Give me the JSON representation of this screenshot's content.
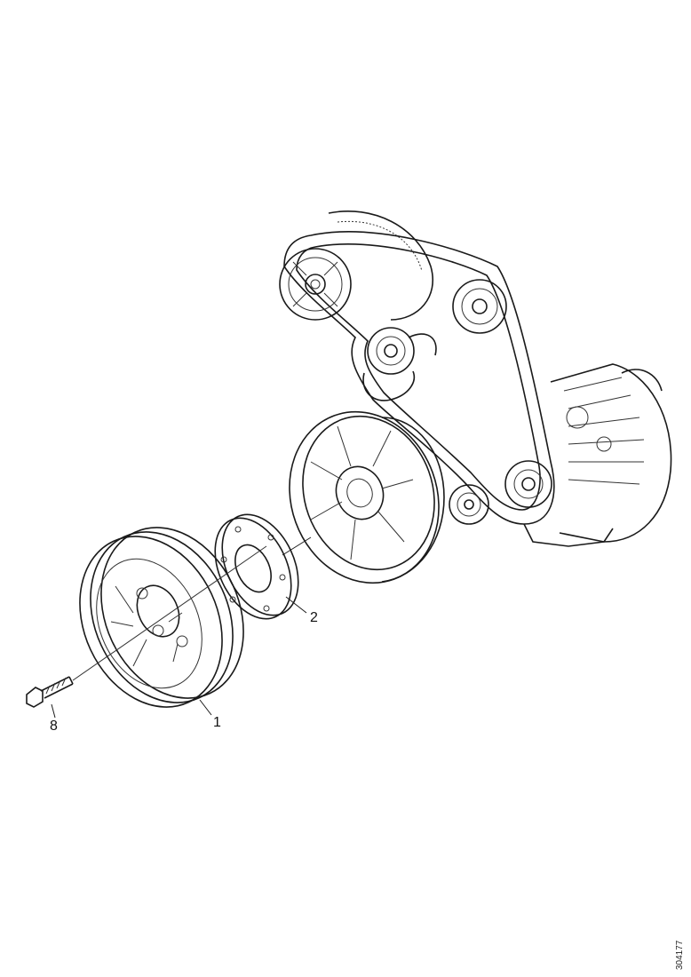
{
  "callouts": {
    "pulley": "1",
    "spacer": "2",
    "bolt": "8"
  },
  "figure_id": "304177",
  "colors": {
    "line": "#1a1a1a",
    "background": "#ffffff"
  }
}
